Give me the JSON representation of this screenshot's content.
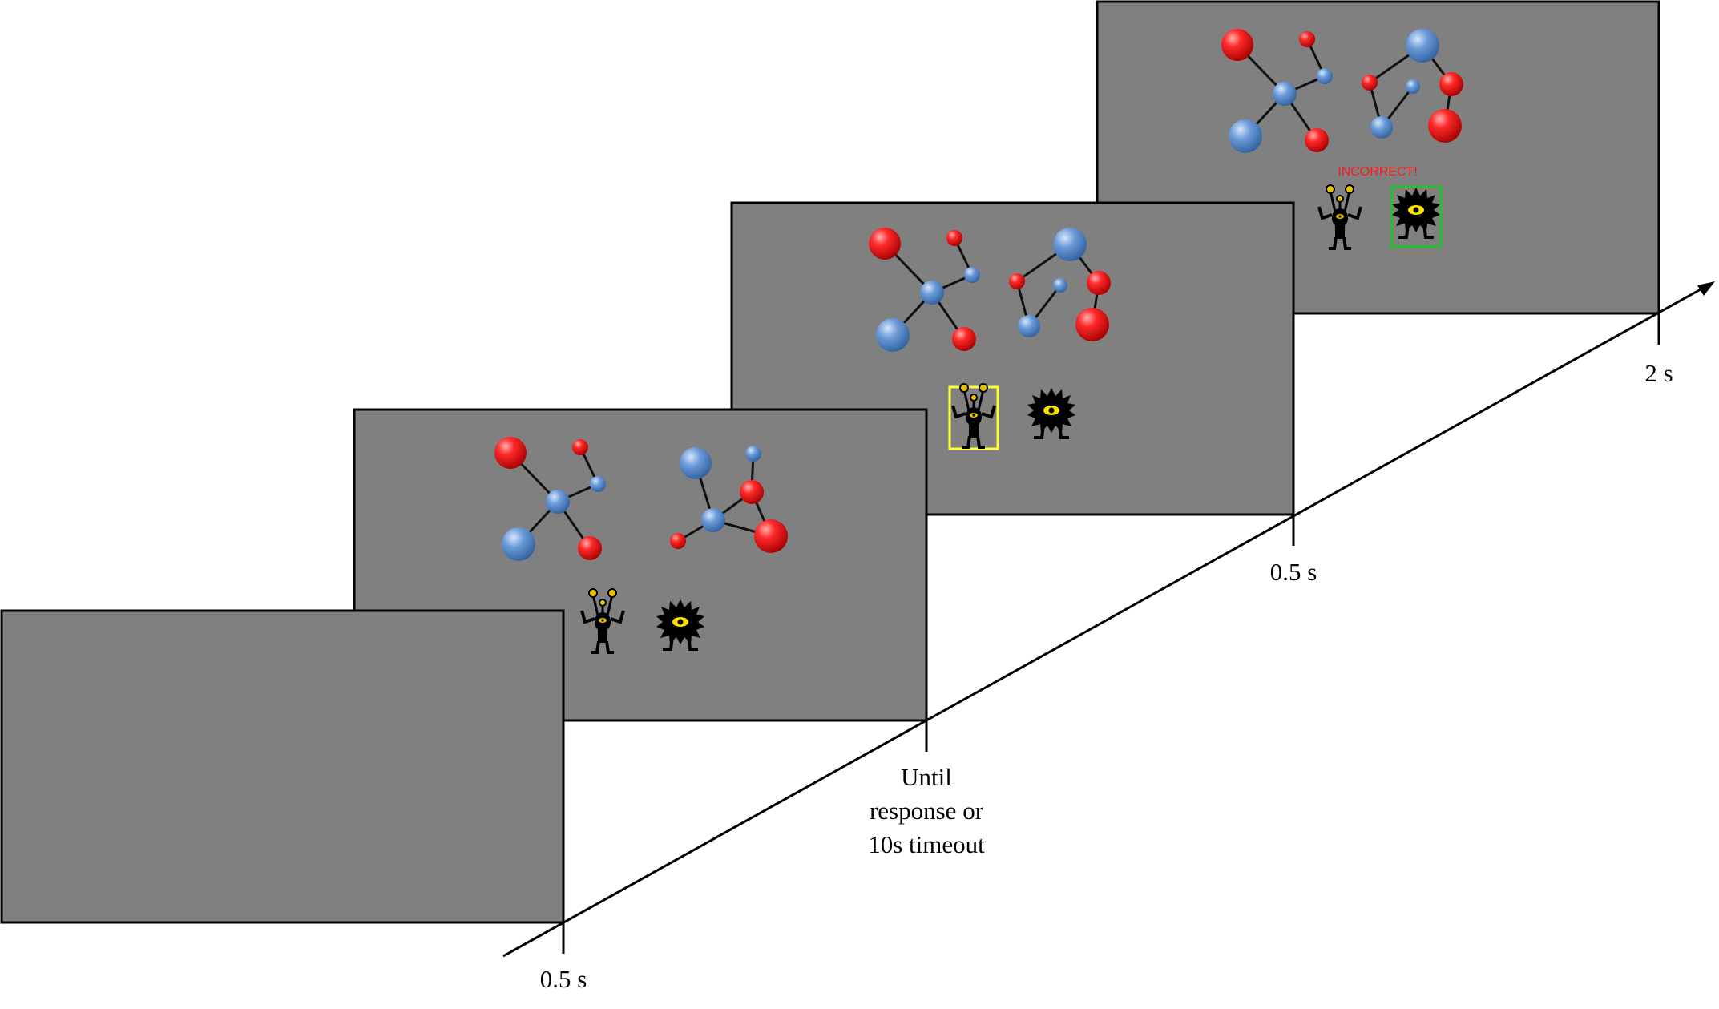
{
  "timeline": {
    "tick_labels": {
      "fixation": "0.5 s",
      "choice_line1": "Until",
      "choice_line2": "response or",
      "choice_line3": "10s timeout",
      "selection": "0.5 s",
      "feedback": "2 s"
    }
  },
  "screens": {
    "feedback": {
      "message": "INCORRECT!"
    }
  },
  "colors": {
    "screen_bg": "#808080",
    "atom_red": "#e8141b",
    "atom_blue": "#5b8fd0",
    "selection_box": "#ffff33",
    "correct_box": "#22c22b",
    "feedback_text": "#ff1a1a"
  },
  "icons": [
    "molecule-icon",
    "antenna-creature-icon",
    "spiky-eye-creature-icon"
  ]
}
